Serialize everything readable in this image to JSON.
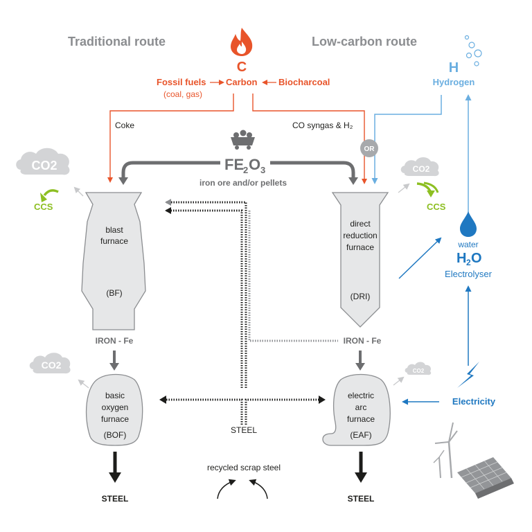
{
  "headings": {
    "traditional": "Traditional route",
    "low_carbon": "Low-carbon route"
  },
  "carbon": {
    "symbol": "C",
    "fossil": "Fossil fuels",
    "fossil_sub": "(coal, gas)",
    "carbon": "Carbon",
    "biocharcoal": "Biocharcoal"
  },
  "hydrogen": {
    "symbol": "H",
    "label": "Hydrogen"
  },
  "feeds": {
    "coke": "Coke",
    "syngas": "CO syngas & H₂",
    "or": "OR"
  },
  "ore": {
    "formula_fe": "FE",
    "formula_sub2": "2",
    "formula_o": "O",
    "formula_sub3": "3",
    "label": "iron ore  and/or pellets"
  },
  "co2": {
    "left_top": "CO2",
    "left_bottom": "CO2",
    "right_top": "CO2",
    "right_bottom": "CO2"
  },
  "ccs": {
    "left": "CCS",
    "right": "CCS"
  },
  "blast_furnace": {
    "line1": "blast",
    "line2": "furnace",
    "abbr": "(BF)"
  },
  "dri": {
    "line1": "direct",
    "line2": "reduction",
    "line3": "furnace",
    "abbr": "(DRI)"
  },
  "iron": {
    "left": "IRON - Fe",
    "right": "IRON - Fe"
  },
  "bof": {
    "line1": "basic",
    "line2": "oxygen",
    "line3": "furnace",
    "abbr": "(BOF)"
  },
  "eaf": {
    "line1": "electric",
    "line2": "arc",
    "line3": "furnace",
    "abbr": "(EAF)"
  },
  "electrolyser": {
    "water": "water",
    "h2o_h": "H",
    "h2o_2": "2",
    "h2o_o": "O",
    "label": "Electrolyser"
  },
  "electricity": "Electricity",
  "scrap": {
    "steel": "STEEL",
    "recycled": "recycled scrap steel"
  },
  "steel": {
    "left": "STEEL",
    "right": "STEEL"
  },
  "colors": {
    "carbon": "#e8542a",
    "hydrogen": "#6aaee0",
    "electric": "#1f78c1",
    "ccs": "#8dbf22",
    "gray": "#6d6e70",
    "light_gray": "#c8c9cb",
    "furnace_fill": "#e6e7e8",
    "furnace_stroke": "#8b8d90"
  }
}
